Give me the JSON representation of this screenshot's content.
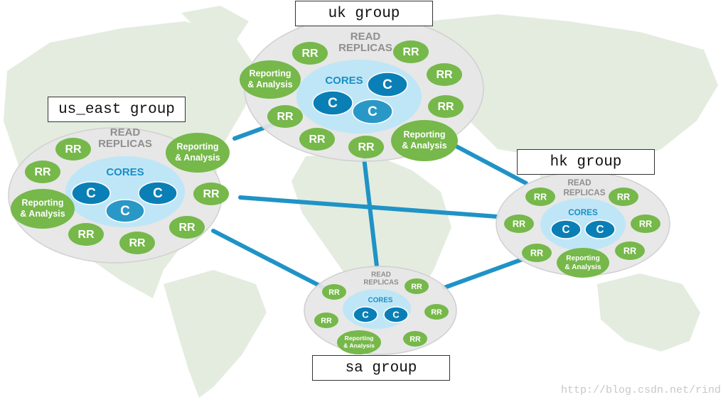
{
  "watermark": "http://blog.csdn.net/rind",
  "labels": {
    "rr": "RR",
    "reporting_line1": "Reporting",
    "reporting_line2": "& Analysis",
    "read": "READ",
    "replicas": "REPLICAS",
    "cores": "CORES",
    "core": "C"
  },
  "groups": [
    {
      "id": "uk",
      "label": "uk group"
    },
    {
      "id": "us_east",
      "label": "us_east group"
    },
    {
      "id": "hk",
      "label": "hk group"
    },
    {
      "id": "sa",
      "label": "sa group"
    }
  ],
  "colors": {
    "map": "#e4ecdf",
    "ring": "#e6e6e6",
    "ring_stroke": "#d0d0d0",
    "core_zone": "#bfe6f7",
    "core_dark": "#0a7fb6",
    "core_mid": "#2a98c6",
    "rr_green": "#76b84a",
    "link": "#1f93c6",
    "read_text": "#8f8f8f",
    "cores_text": "#1a8fc3"
  }
}
